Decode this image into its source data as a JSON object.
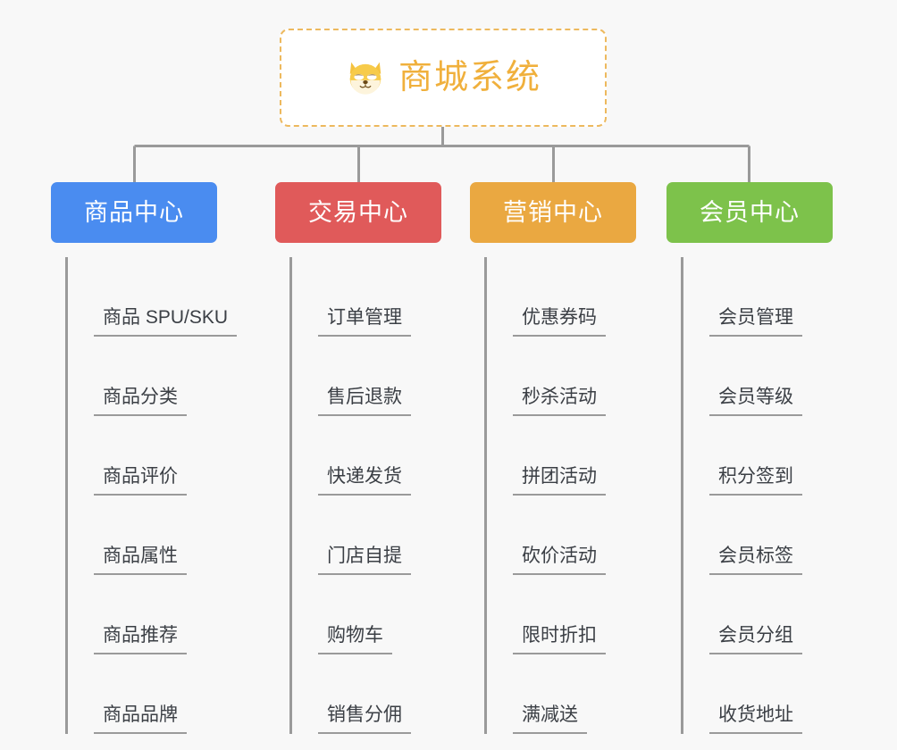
{
  "diagram": {
    "type": "org-chart",
    "background_color": "#f8f8f8",
    "root": {
      "title": "商城系统",
      "icon": "dog-face-emoji",
      "text_color": "#f0b03c",
      "border_color": "#edb95e",
      "border_style": "dashed"
    },
    "connector_color": "#9a9a9a",
    "categories": [
      {
        "label": "商品中心",
        "color": "#4a8cf0",
        "items": [
          "商品 SPU/SKU",
          "商品分类",
          "商品评价",
          "商品属性",
          "商品推荐",
          "商品品牌"
        ]
      },
      {
        "label": "交易中心",
        "color": "#e05a5a",
        "items": [
          "订单管理",
          "售后退款",
          "快递发货",
          "门店自提",
          "购物车",
          "销售分佣"
        ]
      },
      {
        "label": "营销中心",
        "color": "#eaa841",
        "items": [
          "优惠券码",
          "秒杀活动",
          "拼团活动",
          "砍价活动",
          "限时折扣",
          "满减送"
        ]
      },
      {
        "label": "会员中心",
        "color": "#7dc24b",
        "items": [
          "会员管理",
          "会员等级",
          "积分签到",
          "会员标签",
          "会员分组",
          "收货地址"
        ]
      }
    ]
  }
}
